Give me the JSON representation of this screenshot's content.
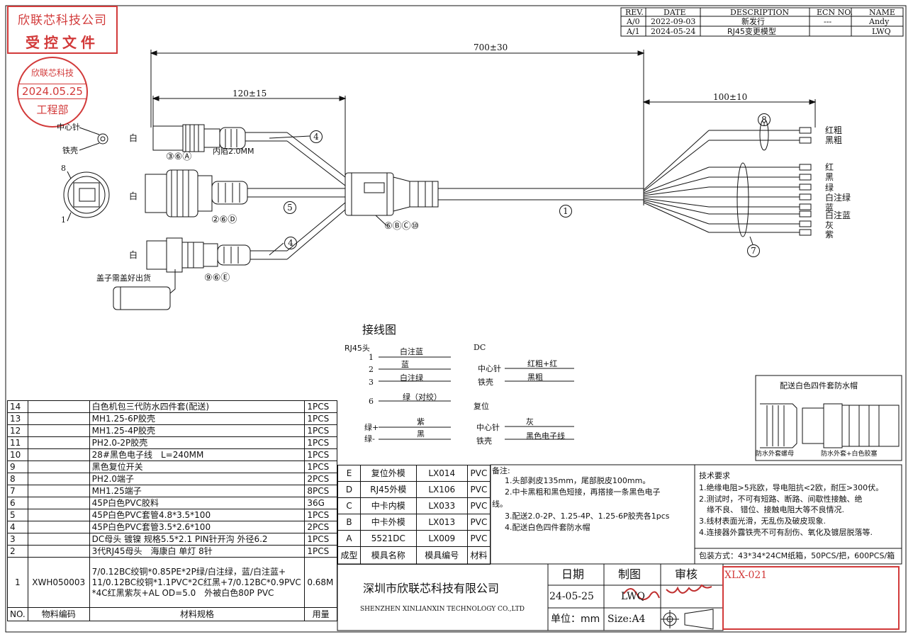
{
  "stamps": {
    "control_box": {
      "line1": "欣联芯科技公司",
      "line2": "受控文件"
    },
    "dept_circle": {
      "company": "欣联芯科技",
      "date": "2024.05.25",
      "dept": "工程部"
    }
  },
  "revision_table": {
    "headers": [
      "REV.",
      "DATE",
      "DESCRIPTION",
      "ECN NO.",
      "NAME"
    ],
    "rows": [
      [
        "A/0",
        "2022-09-03",
        "新发行",
        "---",
        "Andy"
      ],
      [
        "A/1",
        "2024-05-24",
        "RJ45变更模型",
        "",
        "LWQ"
      ]
    ]
  },
  "dimensions": {
    "overall": "700±30",
    "left": "120±15",
    "right": "100±10"
  },
  "drawing_labels": {
    "center_pin": "中心针",
    "iron_shell": "铁壳",
    "white1": "白",
    "white2": "白",
    "white3": "白",
    "dc_callout": "③⑥Ⓐ",
    "dc_inner": "内陷2.0MM",
    "rj45_callout": "②⑥Ⓓ",
    "reset_callout": "⑨⑥Ⓔ",
    "hub_callout": "⑥ⒷⒸ⑩",
    "cap_note": "盖子需盖好出货",
    "num_8": "8",
    "num_1": "1",
    "c4a": "4",
    "c5": "5",
    "c4b": "4",
    "c1": "1",
    "c8": "8",
    "c7": "7",
    "wire_labels": [
      "红粗",
      "黑粗",
      "红",
      "黑",
      "绿",
      "白注绿",
      "蓝",
      "白注蓝",
      "灰",
      "紫"
    ]
  },
  "wiring": {
    "title": "接线图",
    "rj45_head": "RJ45头",
    "rj45_pins": [
      {
        "pin": "1",
        "label": "白注蓝"
      },
      {
        "pin": "2",
        "label": "蓝"
      },
      {
        "pin": "3",
        "label": "白注绿"
      },
      {
        "pin": "6",
        "label": "绿（对绞）"
      }
    ],
    "green_plus": "绿+",
    "green_minus": "绿-",
    "purple": "紫",
    "black": "黑",
    "dc_head": "DC",
    "dc_center": "中心针",
    "dc_center_val": "红粗+红",
    "dc_shell": "铁壳",
    "dc_shell_val": "黑粗",
    "reset_head": "复位",
    "reset_center": "中心针",
    "reset_center_val": "灰",
    "reset_shell": "铁壳",
    "reset_shell_val": "黑色电子线"
  },
  "cap_box": {
    "title": "配送白色四件套防水帽",
    "label_left": "防水外套螺母",
    "label_right": "防水外套+白色胶塞"
  },
  "bom": {
    "rows": [
      {
        "no": "14",
        "code": "",
        "spec": "白色机包三代防水四件套(配送)",
        "qty": "1PCS"
      },
      {
        "no": "13",
        "code": "",
        "spec": "MH1.25-6P胶壳",
        "qty": "1PCS"
      },
      {
        "no": "12",
        "code": "",
        "spec": "MH1.25-4P胶壳",
        "qty": "1PCS"
      },
      {
        "no": "11",
        "code": "",
        "spec": "PH2.0-2P胶壳",
        "qty": "1PCS"
      },
      {
        "no": "10",
        "code": "",
        "spec": "28#黑色电子线　L=240MM",
        "qty": "1PCS"
      },
      {
        "no": "9",
        "code": "",
        "spec": "黑色复位开关",
        "qty": "1PCS"
      },
      {
        "no": "8",
        "code": "",
        "spec": "PH2.0端子",
        "qty": "2PCS"
      },
      {
        "no": "7",
        "code": "",
        "spec": "MH1.25端子",
        "qty": "8PCS"
      },
      {
        "no": "6",
        "code": "",
        "spec": "45P白色PVC胶料",
        "qty": "36G"
      },
      {
        "no": "5",
        "code": "",
        "spec": "45P白色PVC套管4.8*3.5*100",
        "qty": "1PCS"
      },
      {
        "no": "4",
        "code": "",
        "spec": "45P白色PVC套管3.5*2.6*100",
        "qty": "2PCS"
      },
      {
        "no": "3",
        "code": "",
        "spec": "DC母头 镀镍 规格5.5*2.1 PIN针开沟 外径6.2",
        "qty": "1PCS"
      },
      {
        "no": "2",
        "code": "",
        "spec": "3代RJ45母头　海康白 单灯 8针",
        "qty": "1PCS"
      }
    ],
    "row1": {
      "no": "1",
      "code": "XWH050003",
      "spec_lines": [
        "7/0.12BC绞铜*0.85PE*2P绿/白注绿，蓝/白注蓝+",
        "11/0.12BC绞铜*1.1PVC*2C红黑+7/0.12BC*0.9PVC",
        "*4C红黑紫灰+AL OD=5.0　外被白色80P PVC"
      ],
      "qty": "0.68M"
    },
    "footer": {
      "no": "NO.",
      "code": "物料编码",
      "spec": "材料规格",
      "qty": "用量"
    }
  },
  "mold_table": {
    "rows": [
      {
        "id": "E",
        "name": "复位外模",
        "code": "LX014",
        "mat": "PVC"
      },
      {
        "id": "D",
        "name": "RJ45外模",
        "code": "LX106",
        "mat": "PVC"
      },
      {
        "id": "C",
        "name": "中卡内模",
        "code": "LX033",
        "mat": "PVC"
      },
      {
        "id": "B",
        "name": "中卡外模",
        "code": "LX013",
        "mat": "PVC"
      },
      {
        "id": "A",
        "name": "5521DC",
        "code": "LX009",
        "mat": "PVC"
      }
    ],
    "footer": {
      "id": "成型",
      "name": "模具名称",
      "code": "模具编号",
      "mat": "材料"
    }
  },
  "notes": {
    "title": "备注:",
    "lines": [
      "1.头部剥皮135mm，尾部脱皮100mm。",
      "2.中卡黑粗和黑色短接，再搭接一条黑色电子",
      "线。",
      "3.配送2.0-2P、1.25-4P、1.25-6P胶壳各1pcs",
      "4.配送白色四件套防水帽"
    ]
  },
  "tech": {
    "title": "技术要求",
    "lines": [
      "1.绝缘电阻>5兆欧，导电阻抗<2欧，耐压>300伏。",
      "2.测试时，不可有短路、断路、间歇性接触、绝",
      "　缘不良、 错位、接触电阻大等不良情况.",
      "3.线材表面光滑，无乱伤及破皮现象.",
      "4.连接器外露铁壳不可有刮伤、氧化及镀层脱落等."
    ],
    "packing": "包装方式：43*34*24CM纸箱，50PCS/把，600PCS/箱"
  },
  "title_block": {
    "company_cn": "深圳市欣联芯科技有限公司",
    "company_en": "SHENZHEN XINLIANXIN TECHNOLOGY CO.,LTD",
    "date_label": "日期",
    "draw_label": "制图",
    "check_label": "审核",
    "date_val": "24-05-25",
    "draw_val": "LWQ",
    "unit": "单位：mm",
    "size": "Size:A4",
    "part_no": "XLX-021"
  }
}
